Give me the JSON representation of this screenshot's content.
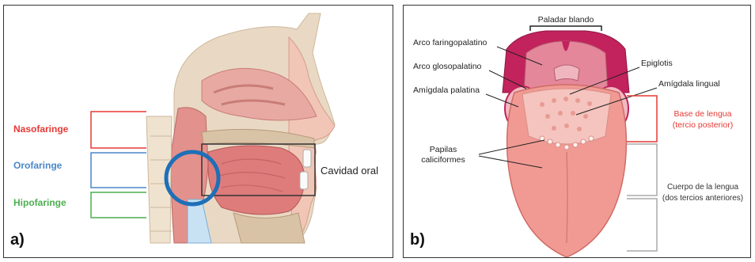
{
  "panel_a": {
    "letter": "a)",
    "labels": {
      "nasofaringe": "Nasofaringe",
      "orofaringe": "Orofaringe",
      "hipofaringe": "Hipofaringe",
      "cavidad_oral": "Cavidad oral"
    },
    "colors": {
      "naso": "#e53935",
      "oro": "#4a86c8",
      "hipo": "#4caf50",
      "circle": "#1e6fb8"
    }
  },
  "panel_b": {
    "letter": "b)",
    "labels": {
      "paladar_blando": "Paladar blando",
      "arco_faringopalatino": "Arco faringopalatino",
      "arco_glosopalatino": "Arco glosopalatino",
      "amigdala_palatina": "Amígdala palatina",
      "papilas_line1": "Papilas",
      "papilas_line2": "caliciformes",
      "epiglotis": "Epiglotis",
      "amigdala_lingual": "Amígdala lingual",
      "base_line1": "Base de lengua",
      "base_line2": "(tercio posterior)",
      "cuerpo_line1": "Cuerpo de la lengua",
      "cuerpo_line2": "(dos tercios anteriores)"
    },
    "colors": {
      "base": "#e53935",
      "cuerpo": "#aaaaaa"
    }
  }
}
